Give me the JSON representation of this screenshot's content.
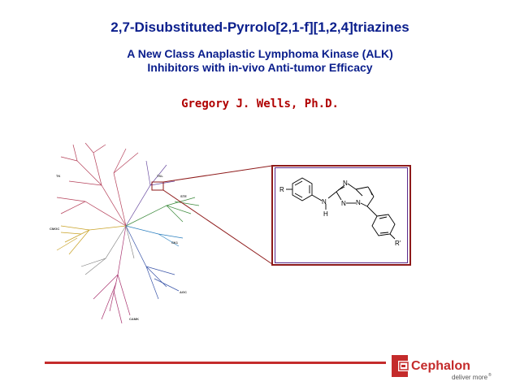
{
  "slide": {
    "title": "2,7-Disubstituted-Pyrrolo[2,1-f][1,2,4]triazines",
    "subtitle_line1": "A New Class Anaplastic Lymphoma Kinase (ALK)",
    "subtitle_line2": "Inhibitors with in-vivo Anti-tumor Efficacy",
    "author": "Gregory J. Wells, Ph.D."
  },
  "kinome": {
    "groups": [
      "TK",
      "TKL",
      "STE",
      "CK1",
      "CMGC",
      "AGC",
      "CAMK"
    ]
  },
  "structure": {
    "atoms": [
      "R",
      "N",
      "N",
      "N",
      "N",
      "H",
      "R'"
    ]
  },
  "logo": {
    "brand": "Cephalon",
    "tagline": "deliver more",
    "mark": "®"
  },
  "colors": {
    "title": "#0a1e8c",
    "author": "#b00000",
    "accent": "#c42b2b",
    "zoom_box": "#8e1a1a"
  }
}
